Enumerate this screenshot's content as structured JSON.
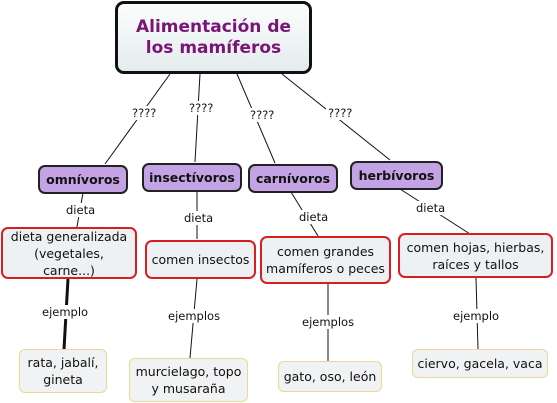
{
  "title": "Alimentación de los mamíferos",
  "link_label": "????",
  "diet_label": "dieta",
  "example_label_singular": "ejemplo",
  "example_label_plural": "ejemplos",
  "groups": [
    {
      "name": "omnívoros",
      "diet": "dieta generalizada (vegetales, carne...)",
      "examples": "rata, jabalí, gineta"
    },
    {
      "name": "insectívoros",
      "diet": "comen insectos",
      "examples": "murcielago, topo y musaraña"
    },
    {
      "name": "carnívoros",
      "diet": "comen grandes mamíferos o peces",
      "examples": "gato, oso, león"
    },
    {
      "name": "herbívoros",
      "diet": "comen hojas, hierbas, raíces y tallos",
      "examples": "ciervo, gacela, vaca"
    }
  ],
  "colors": {
    "title_text": "#7a1575",
    "category_fill": "#c3a3e3",
    "diet_border": "#d81f1f",
    "example_border": "#ecd88e"
  }
}
